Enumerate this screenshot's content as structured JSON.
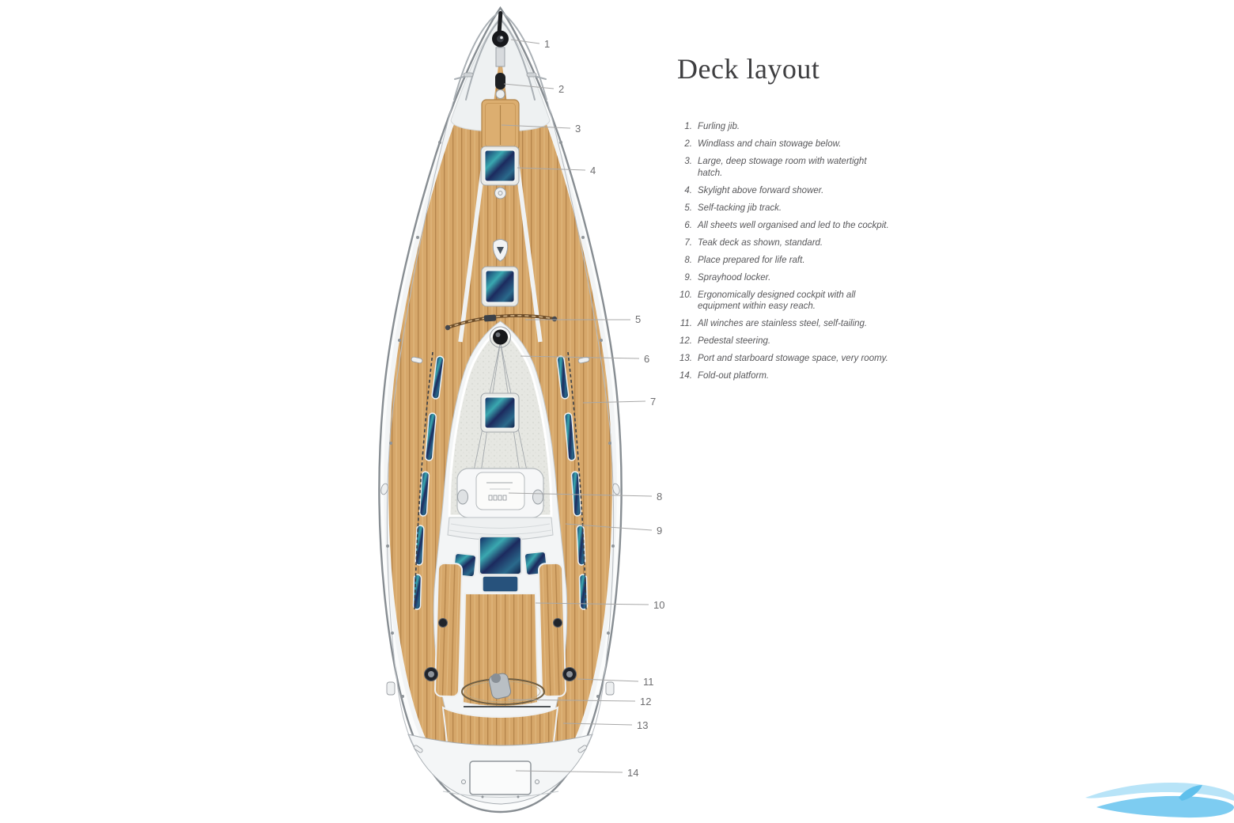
{
  "title": "Deck layout",
  "legend": {
    "items": [
      {
        "num": "1.",
        "text": "Furling jib."
      },
      {
        "num": "2.",
        "text": "Windlass and chain stowage below."
      },
      {
        "num": "3.",
        "text": "Large, deep stowage room with watertight hatch."
      },
      {
        "num": "4.",
        "text": "Skylight above forward shower."
      },
      {
        "num": "5.",
        "text": "Self-tacking jib track."
      },
      {
        "num": "6.",
        "text": "All sheets well organised and led to the cockpit."
      },
      {
        "num": "7.",
        "text": "Teak deck as shown, standard."
      },
      {
        "num": "8.",
        "text": "Place prepared for life raft."
      },
      {
        "num": "9.",
        "text": "Sprayhood locker."
      },
      {
        "num": "10.",
        "text": "Ergonomically designed cockpit with all equipment within easy reach."
      },
      {
        "num": "11.",
        "text": "All winches are stainless steel, self-tailing."
      },
      {
        "num": "12.",
        "text": "Pedestal steering."
      },
      {
        "num": "13.",
        "text": "Port and starboard stowage space, very roomy."
      },
      {
        "num": "14.",
        "text": "Fold-out platform."
      }
    ]
  },
  "callouts": [
    {
      "label": "1"
    },
    {
      "label": "2"
    },
    {
      "label": "3"
    },
    {
      "label": "4"
    },
    {
      "label": "5"
    },
    {
      "label": "6"
    },
    {
      "label": "7"
    },
    {
      "label": "8"
    },
    {
      "label": "9"
    },
    {
      "label": "10"
    },
    {
      "label": "11"
    },
    {
      "label": "12"
    },
    {
      "label": "13"
    },
    {
      "label": "14"
    }
  ],
  "logo": {
    "icon": "wave-swoosh-logo"
  },
  "colors": {
    "teak": "#d6a76a",
    "teak_plank": "#b5854b",
    "hatch_navy": "#1c2a5e",
    "hatch_teal": "#3aa8b0",
    "coachroof_speckle": "#e6e7e2",
    "hull_outline": "#878d92",
    "leader_line": "#a8a8a8",
    "callout_number": "#6e6e70",
    "title_text": "#3e3e40",
    "legend_text": "#57575a",
    "logo_blue": "#7dccf1"
  }
}
